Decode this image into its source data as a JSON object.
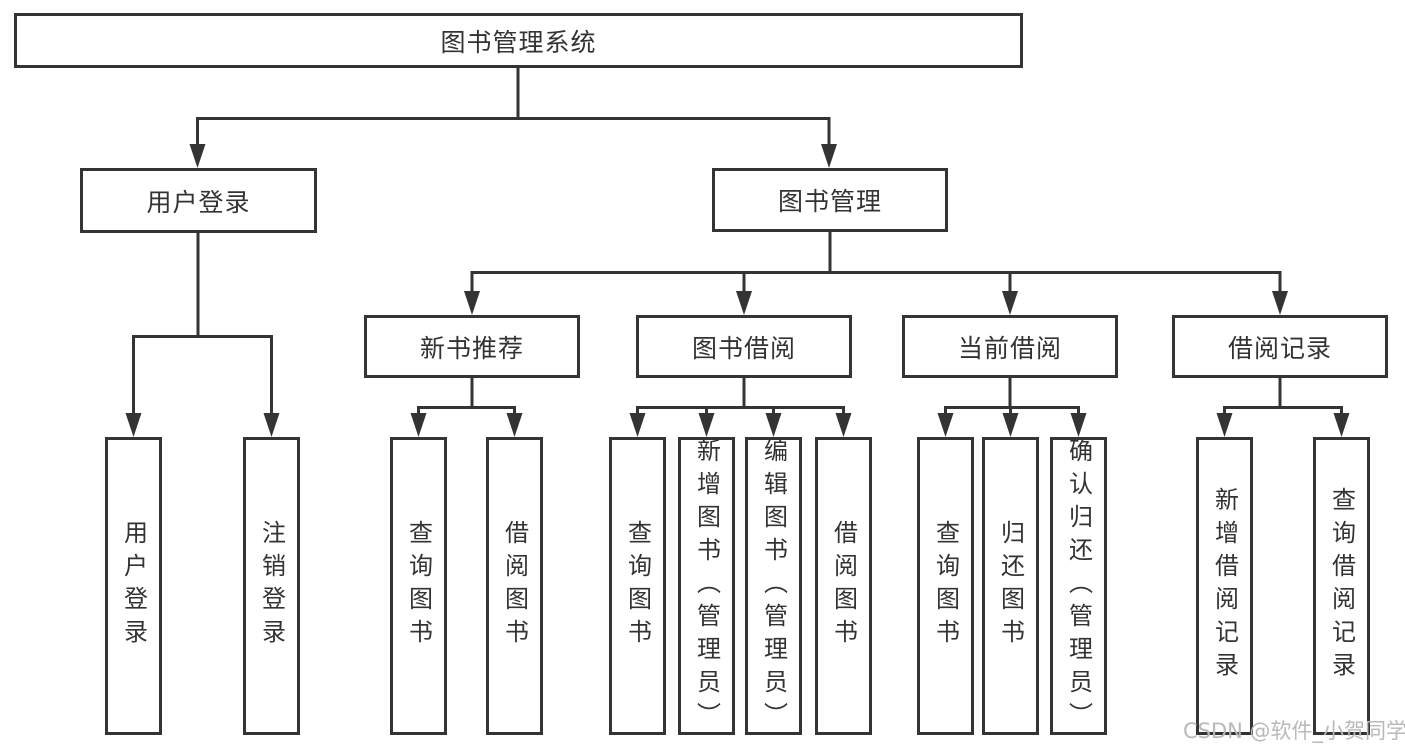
{
  "diagram_type": "hierarchy-tree",
  "colors": {
    "line": "#343434",
    "node_border": "#343434",
    "node_text": "#333333",
    "background": "#ffffff",
    "watermark_text_color": "#b9b9b9"
  },
  "tree": {
    "label": "图书管理系统",
    "children": [
      {
        "label": "用户登录",
        "children": [
          {
            "label": "用户登录"
          },
          {
            "label": "注销登录"
          }
        ]
      },
      {
        "label": "图书管理",
        "children": [
          {
            "label": "新书推荐",
            "children": [
              {
                "label": "查询图书"
              },
              {
                "label": "借阅图书"
              }
            ]
          },
          {
            "label": "图书借阅",
            "children": [
              {
                "label": "查询图书"
              },
              {
                "label": "新增图书（管理员）"
              },
              {
                "label": "编辑图书（管理员）"
              },
              {
                "label": "借阅图书"
              }
            ]
          },
          {
            "label": "当前借阅",
            "children": [
              {
                "label": "查询图书"
              },
              {
                "label": "归还图书"
              },
              {
                "label": "确认归还（管理员）"
              }
            ]
          },
          {
            "label": "借阅记录",
            "children": [
              {
                "label": "新增借阅记录"
              },
              {
                "label": "查询借阅记录"
              }
            ]
          }
        ]
      }
    ]
  },
  "watermark": "CSDN @软件_小贺同学"
}
